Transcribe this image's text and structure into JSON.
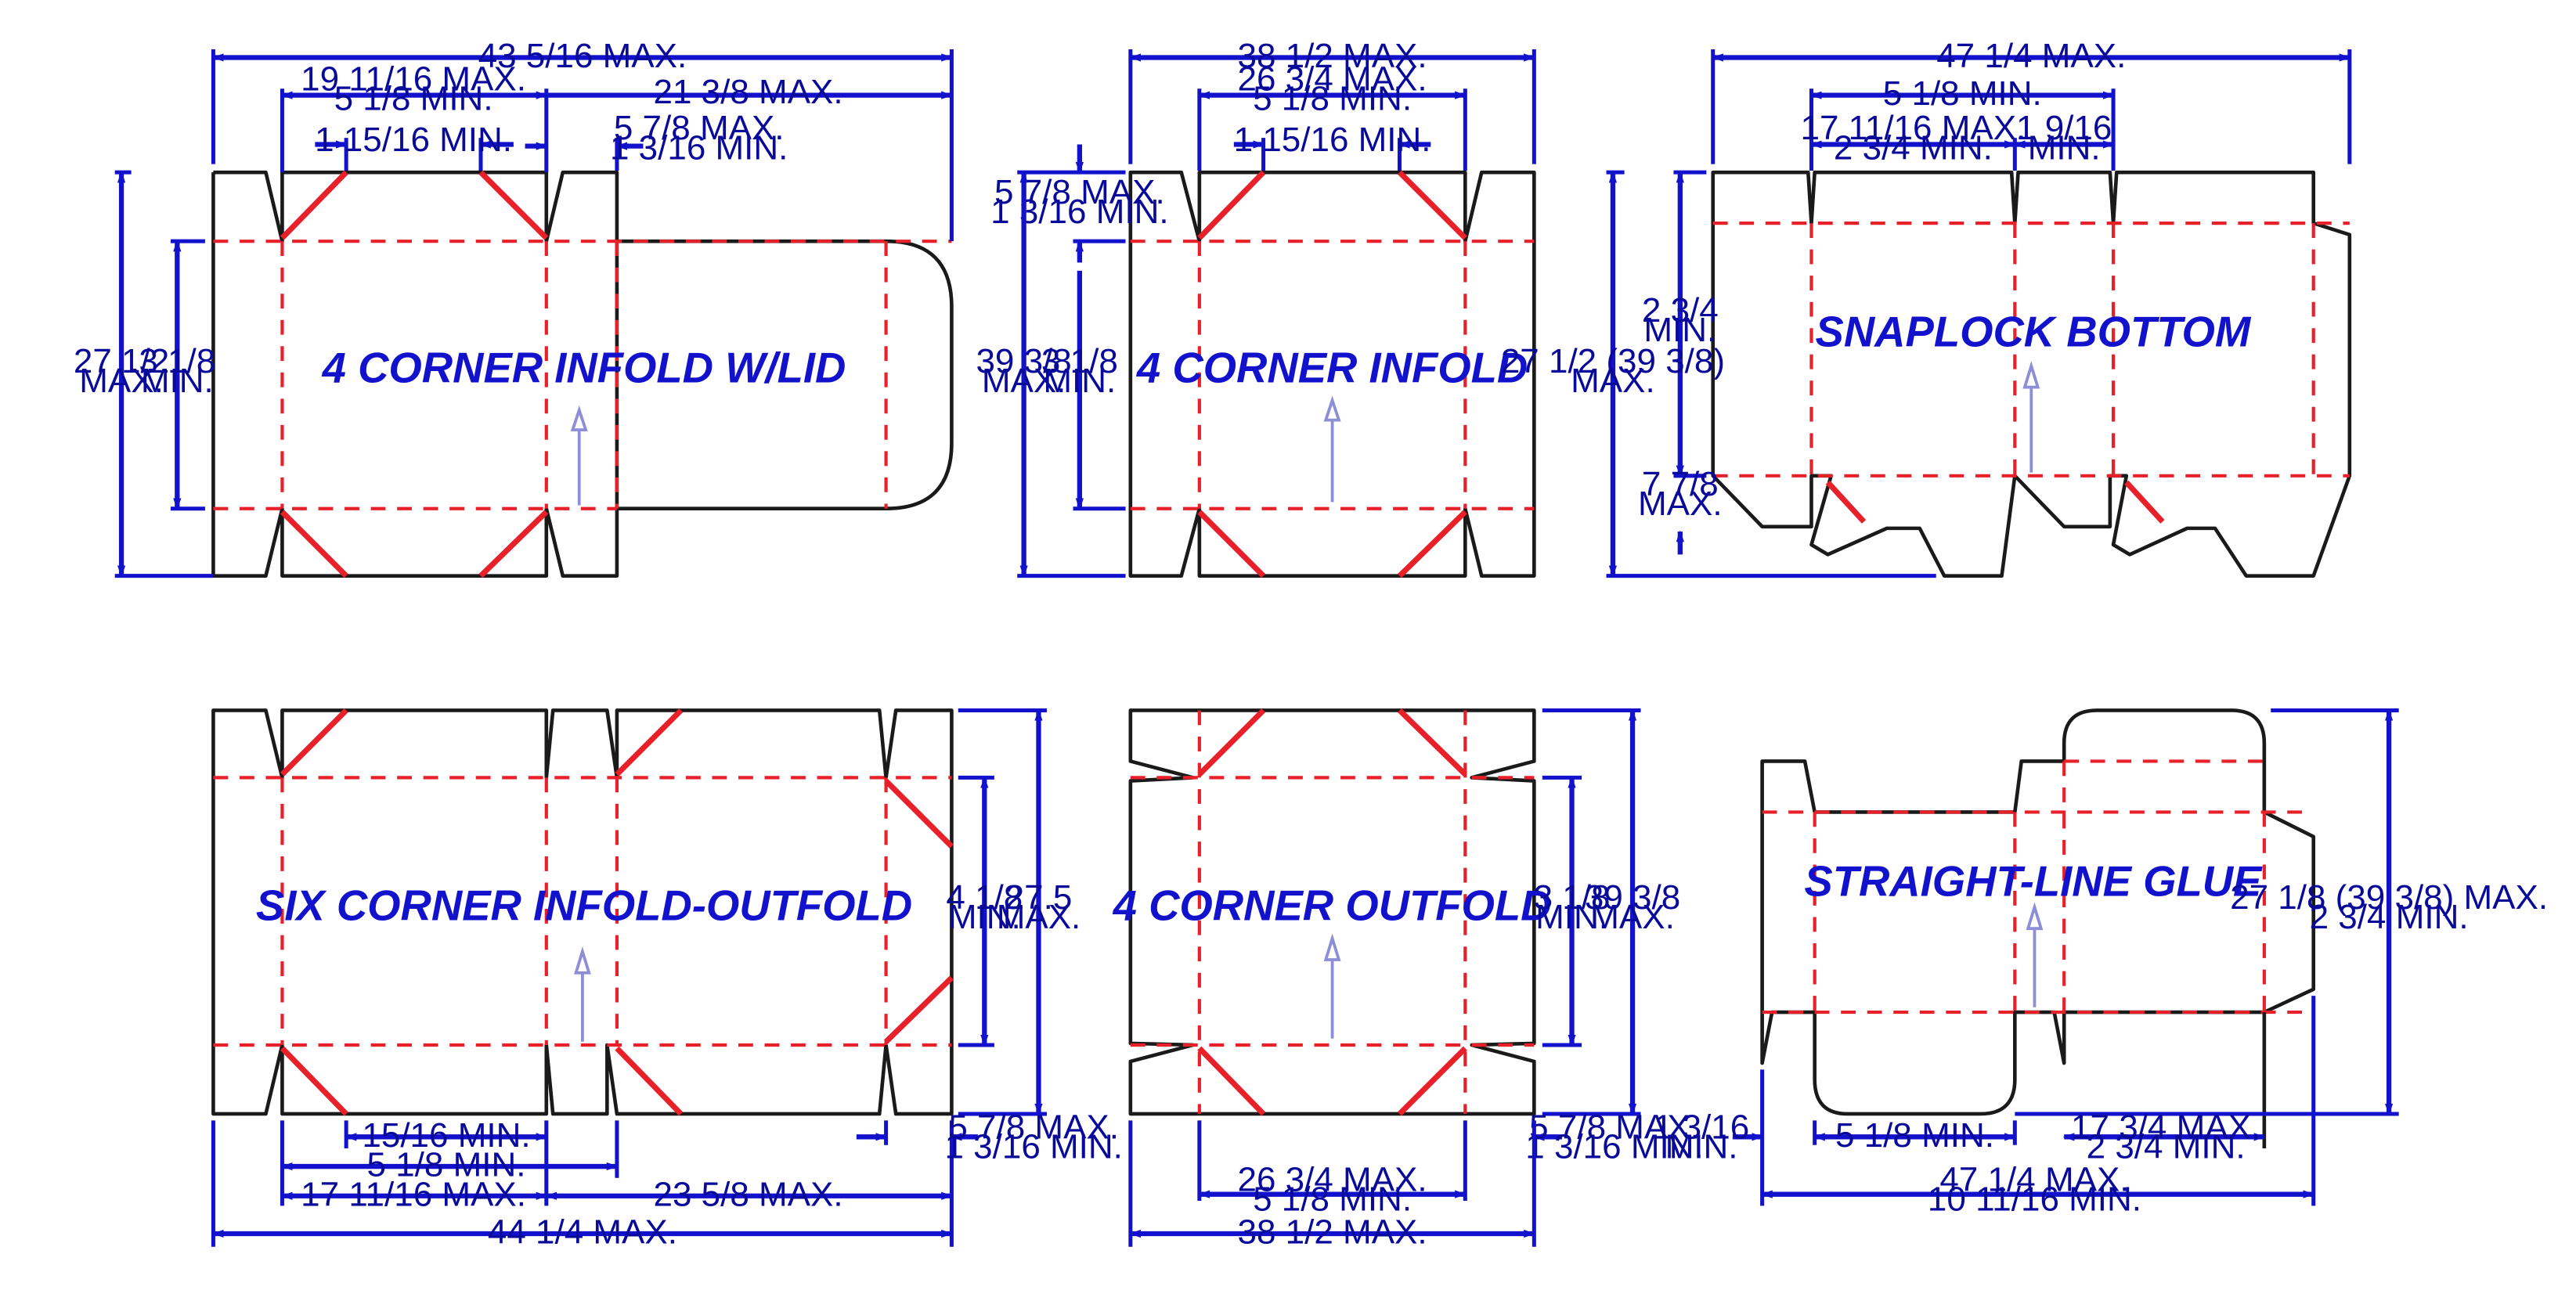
{
  "colors": {
    "cut": "#1a1a1a",
    "fold": "#e8202a",
    "dimension": "#1212cc",
    "title": "#1212cc",
    "grain_arrow": "#8d8dd8"
  },
  "icons": [
    "grain-direction-arrow-icon",
    "dimension-arrowhead-icon"
  ],
  "panels": {
    "lid": {
      "title": "4 CORNER INFOLD W/LID",
      "overall_width": "43 5/16 MAX.",
      "span_a1": "19 11/16 MAX.",
      "span_a2": "5 1/8 MIN.",
      "span_b": "21 3/8 MAX.",
      "notch_min": "1 15/16 MIN.",
      "flap_1": "5 7/8 MAX.",
      "flap_2": "1 3/16 MIN.",
      "height_1": "27 1/2",
      "height_2": "MAX.",
      "inner_1": "3 1/8",
      "inner_2": "MIN."
    },
    "infold": {
      "title": "4 CORNER INFOLD",
      "overall_width": "38 1/2 MAX.",
      "span_1": "26 3/4 MAX.",
      "span_2": "5 1/8 MIN.",
      "notch_min": "1 15/16 MIN.",
      "flap_1": "5 7/8 MAX.",
      "flap_2": "1 3/16 MIN.",
      "height_1": "39 3/8",
      "height_2": "MAX.",
      "inner_1": "3 1/8",
      "inner_2": "MIN."
    },
    "snaplock": {
      "title": "SNAPLOCK BOTTOM",
      "overall_width": "47 1/4 MAX.",
      "top_min": "5 1/8 MIN.",
      "span_1": "17 11/16 MAX.",
      "span_2": "2 3/4 MIN.",
      "glue_1": "1 9/16",
      "glue_2": "MIN.",
      "inner_1": "2 3/4",
      "inner_2": "MIN.",
      "height_1": "27 1/2 (39 3/8)",
      "height_2": "MAX.",
      "bottom_1": "7 7/8",
      "bottom_2": "MAX."
    },
    "six": {
      "title": "SIX CORNER INFOLD-OUTFOLD",
      "inner_1": "4 1/8",
      "inner_2": "MIN.",
      "height_1": "27.5",
      "height_2": "MAX.",
      "small_min": "15/16 MIN.",
      "mid_min": "5 1/8 MIN.",
      "left_max": "17 11/16 MAX.",
      "right_max": "23 5/8 MAX.",
      "flap_1": "5 7/8 MAX.",
      "flap_2": "1 3/16 MIN.",
      "overall_width": "44 1/4 MAX."
    },
    "outfold": {
      "title": "4 CORNER OUTFOLD",
      "inner_1": "3 1/8",
      "inner_2": "MIN.",
      "height_1": "39 3/8",
      "height_2": "MAX.",
      "flap_1": "5 7/8 MAX.",
      "flap_2": "1 3/16 MIN.",
      "span_1": "26 3/4 MAX.",
      "span_2": "5 1/8 MIN.",
      "overall_width": "38 1/2 MAX."
    },
    "straight": {
      "title": "STRAIGHT-LINE GLUE",
      "height_1": "27 1/8 (39 3/8) MAX.",
      "height_2": "2 3/4 MIN.",
      "left_1": "1 3/16",
      "left_2": "MIN.",
      "min_span": "5 1/8 MIN.",
      "right_1": "17 3/4 MAX.",
      "right_2": "2 3/4 MIN.",
      "overall_1": "47 1/4 MAX.",
      "overall_2": "10 11/16 MIN."
    }
  }
}
